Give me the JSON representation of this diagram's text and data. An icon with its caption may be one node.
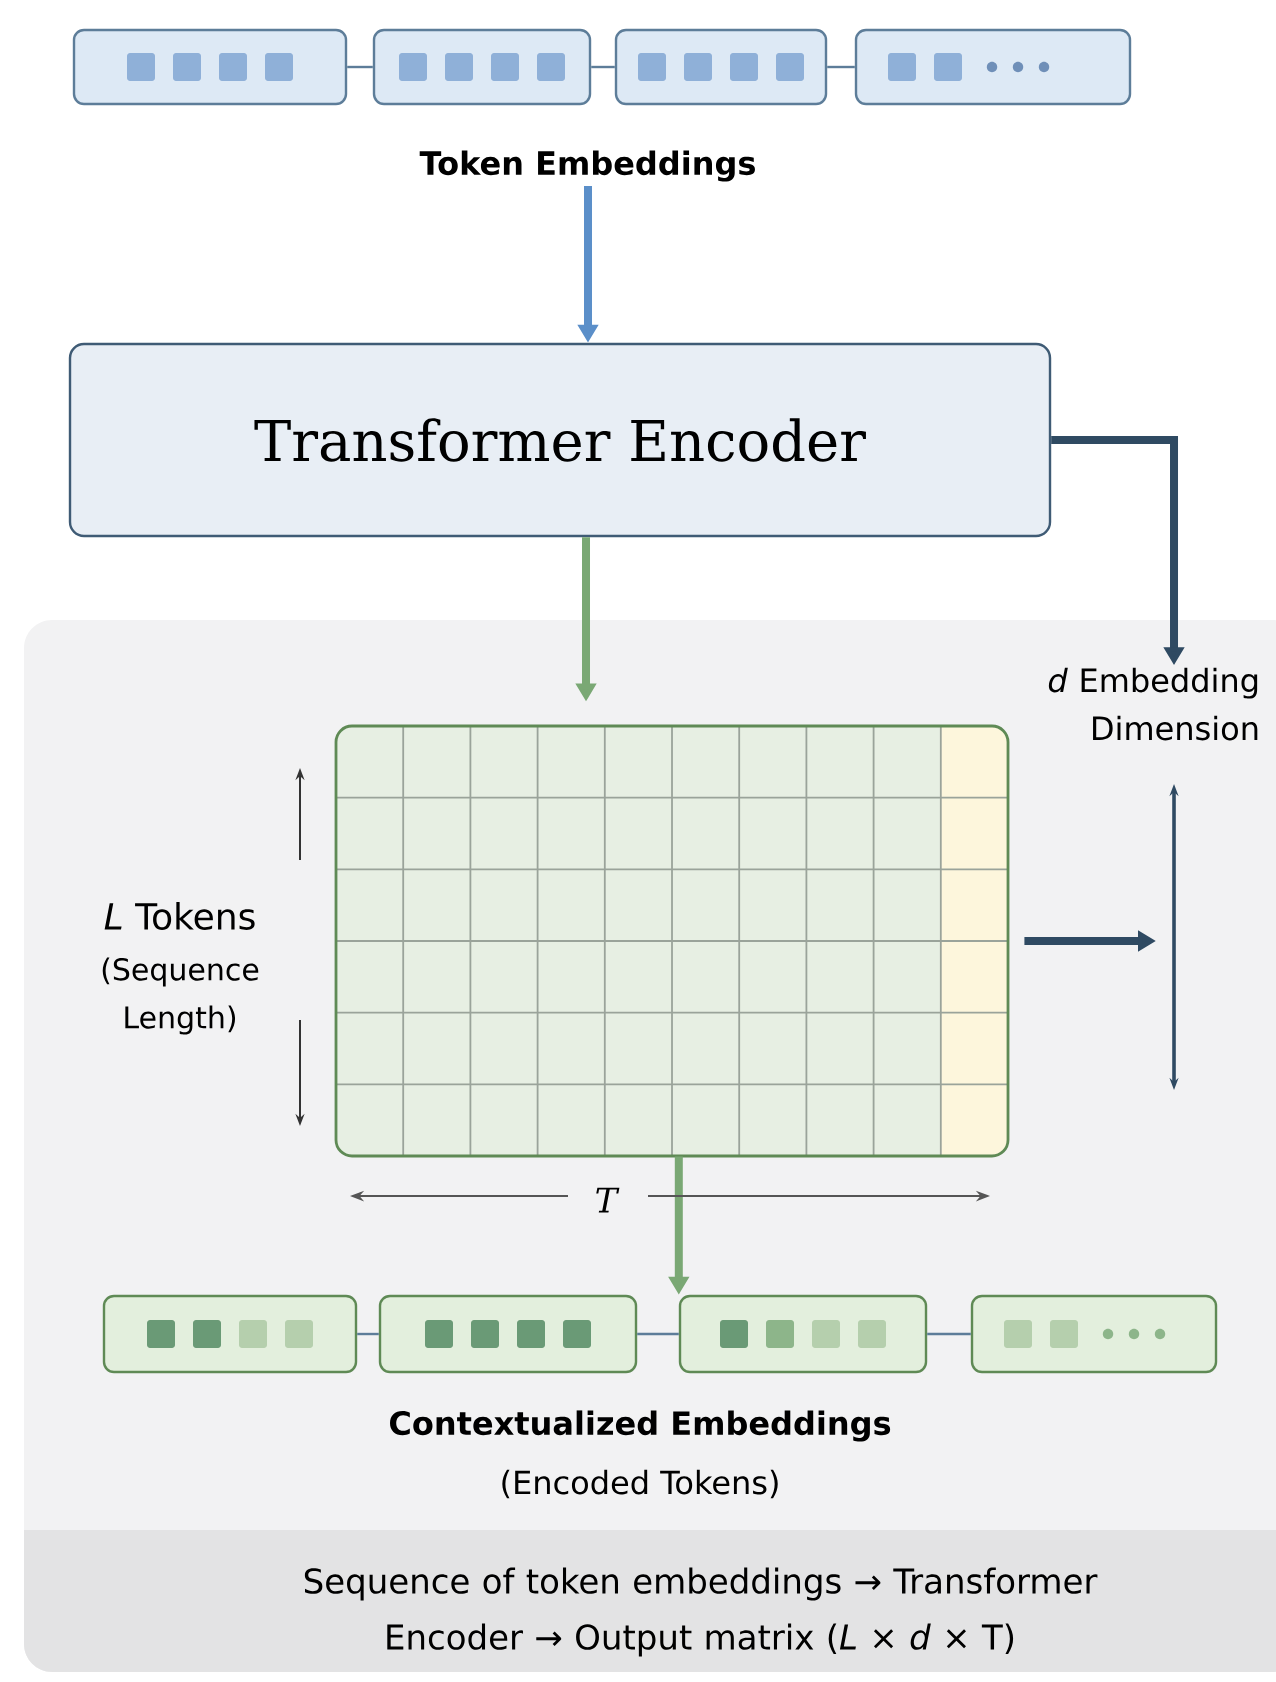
{
  "diagram": {
    "nodes": [
      {
        "text": [],
        "shape": "box"
      },
      {
        "text": [],
        "shape": "box"
      },
      {
        "text": [],
        "shape": "box"
      },
      {
        "text": [],
        "shape": "box"
      },
      {
        "text": [
          "Token Embeddings"
        ]
      },
      {
        "text": [
          "Transformer Encoder"
        ]
      },
      {
        "text": [],
        "shape": "box"
      },
      {
        "text": [
          "*d* Embedding Dimension"
        ]
      },
      {
        "text": [],
        "shape": "box"
      },
      {
        "text": [],
        "shape": "box"
      },
      {
        "text": [],
        "shape": "box"
      },
      {
        "text": [],
        "shape": "box"
      }
    ],
    "edges": [
      {
        "from": 0,
        "to": 1,
        "arrow": "none"
      },
      {
        "from": 1,
        "to": 2,
        "arrow": "none"
      },
      {
        "from": 2,
        "to": 3,
        "arrow": "none"
      },
      {
        "from": 4,
        "to": 5,
        "arrow": "to",
        "style": "thick",
        "color": "#5b8fc9"
      },
      {
        "from": 5,
        "to": 6,
        "arrow": "to",
        "style": "thick",
        "color": "#7aa874"
      },
      {
        "from": 5,
        "to": 7,
        "arrow": "to",
        "style": "thick",
        "color": "#2f4a62"
      },
      {
        "from": 6,
        "to": null,
        "arrow": "to",
        "style": "thick",
        "color": "#2f4a62"
      },
      {
        "from": 6,
        "to": 10,
        "arrow": "to",
        "style": "thick",
        "color": "#7aa874"
      },
      {
        "from": 8,
        "to": 9,
        "arrow": "none"
      },
      {
        "from": 9,
        "to": 10,
        "arrow": "none"
      },
      {
        "from": 10,
        "to": 11,
        "arrow": "none"
      }
    ],
    "labels": [
      "*L* Tokens",
      "(Sequence Length)",
      "T",
      "Contextualized Embeddings",
      "(Encoded Tokens)"
    ],
    "caption": "Sequence of token embeddings → Transformer Encoder → Output matrix (*L* × *d* × T)"
  }
}
